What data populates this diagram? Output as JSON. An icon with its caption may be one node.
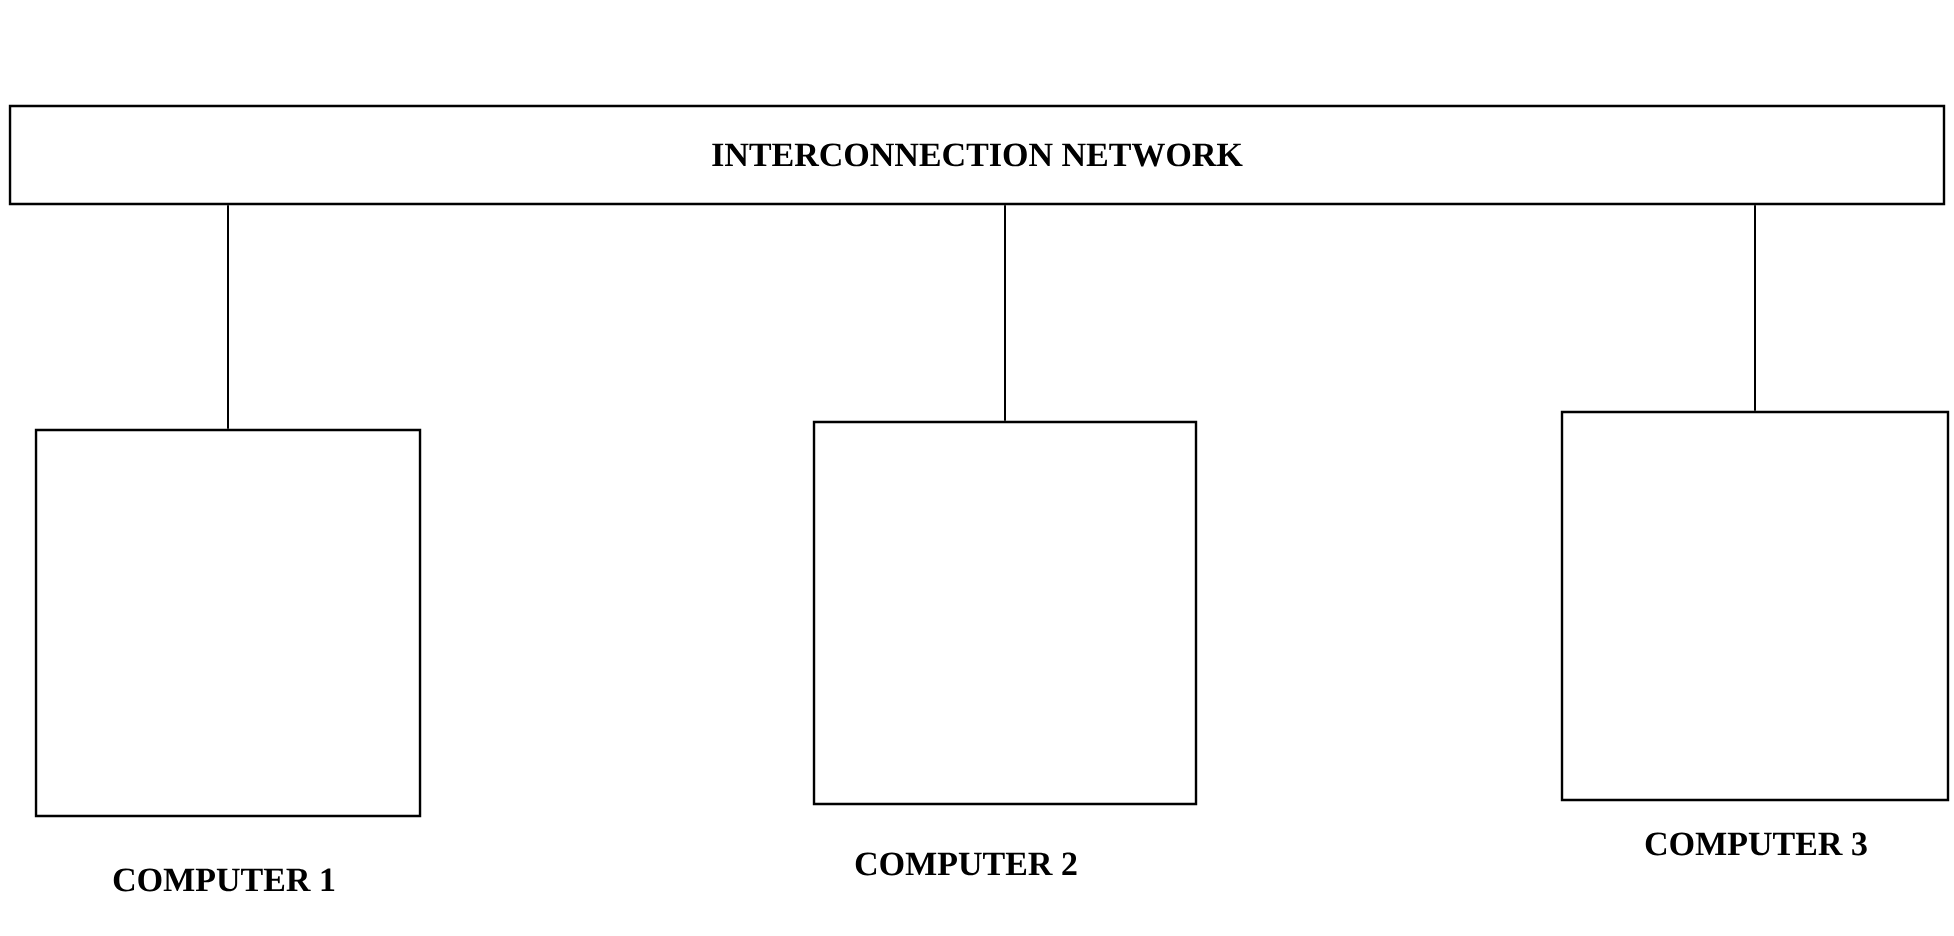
{
  "diagram": {
    "nodes": [
      {
        "text": [
          "INTERCONNECTION NETWORK"
        ]
      },
      {
        "text": [
          "COMPUTER 1"
        ]
      },
      {
        "text": [
          "COMPUTER 2"
        ]
      },
      {
        "text": [
          "COMPUTER 3"
        ]
      }
    ],
    "edges": [
      {
        "from": 0,
        "to": 1,
        "arrow": "none"
      },
      {
        "from": 0,
        "to": 2,
        "arrow": "none"
      },
      {
        "from": 0,
        "to": 3,
        "arrow": "none"
      }
    ]
  }
}
